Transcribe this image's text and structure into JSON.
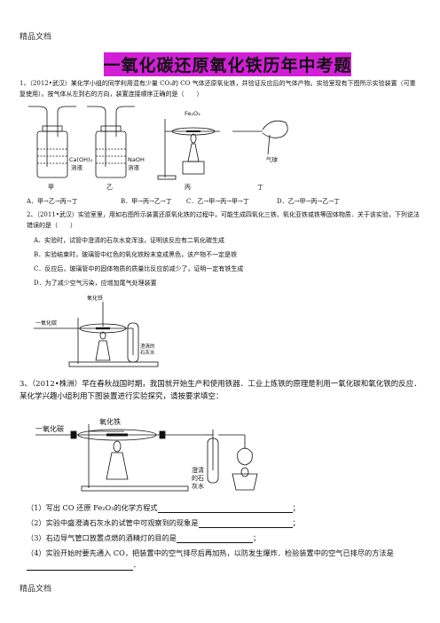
{
  "watermark_top": "精品文档",
  "watermark_bottom": "精品文档",
  "title": "一氧化碳还原氧化铁历年中考题",
  "q1": {
    "text": "1、（2012•武汉）某化学小组的同学利用混有少量 CO₂的 CO 气体还原氧化铁，并验证反应后的气体产物。实验室现有下图所示实验装置（可重复使用）。按气体从左到右的方向，装置连接顺序正确的是（　　）",
    "fig": {
      "label_jia": "甲",
      "label_yi": "乙",
      "label_bing": "丙",
      "label_ding": "丁",
      "label_caoh2": "Ca(OH)₂",
      "label_caoh2_2": "溶液",
      "label_naoh": "NaOH",
      "label_naoh_2": "溶液",
      "label_fe2o3": "Fe₂O₃",
      "label_qiqiu": "气球"
    },
    "options": {
      "a": "A．甲→乙→丙→丁",
      "b": "B．甲→丙→乙→丁",
      "c": "C．乙→甲→丙→甲→丁",
      "d": "D．乙→甲→丙→乙→丁"
    }
  },
  "q2": {
    "text": "2、（2011•武汉）实验室里，用如右图所示装置还原氧化铁的过程中，可能生成四氧化三铁、氧化亚铁或铁等固体物质．关于该实验，下列说法错误的是（　　）",
    "options": {
      "a": "A．实验时，试管中澄清的石灰水变浑浊，证明该反应有二氧化碳生成",
      "b": "B．实验结束时，玻璃管中红色的氧化铁粉末变成黑色，该产物不一定是铁",
      "c": "C．反应后，玻璃管中的固体物质的质量比反应前减少了，证明一定有铁生成",
      "d": "D．为了减少空气污染，应增加尾气处理装置"
    },
    "fig": {
      "label_co": "一氧化碳",
      "label_fe2o3": "氧化铁",
      "label_lime": "澄清的",
      "label_lime_2": "石灰水"
    }
  },
  "q3": {
    "text": "3、（2012•株洲）早在春秋战国时期，我国就开始生产和使用铁器．工业上炼铁的原理是利用一氧化碳和氧化铁的反应．某化学兴趣小组利用下图装置进行实验探究，请按要求填空：",
    "fig": {
      "label_co": "一氧化碳",
      "label_fe2o3": "氧化铁",
      "label_lime": "澄清",
      "label_lime_2": "的石",
      "label_lime_3": "灰水"
    },
    "sub1": "（1）写出 CO 还原 Fe₂O₃的化学方程式",
    "sub1_end": "；",
    "sub2": "（2）实验中盛澄清石灰水的试管中可观察到的现象是",
    "sub2_end": "；",
    "sub3": "（3）右边导气管口放置点燃的酒精灯的目的是",
    "sub3_end": "；",
    "sub4": "（4）实验开始时要先通入 CO，把装置中的空气排尽后再加热，以防发生爆炸．检验装置中的空气已排尽的方法是",
    "sub4_end": "．"
  }
}
